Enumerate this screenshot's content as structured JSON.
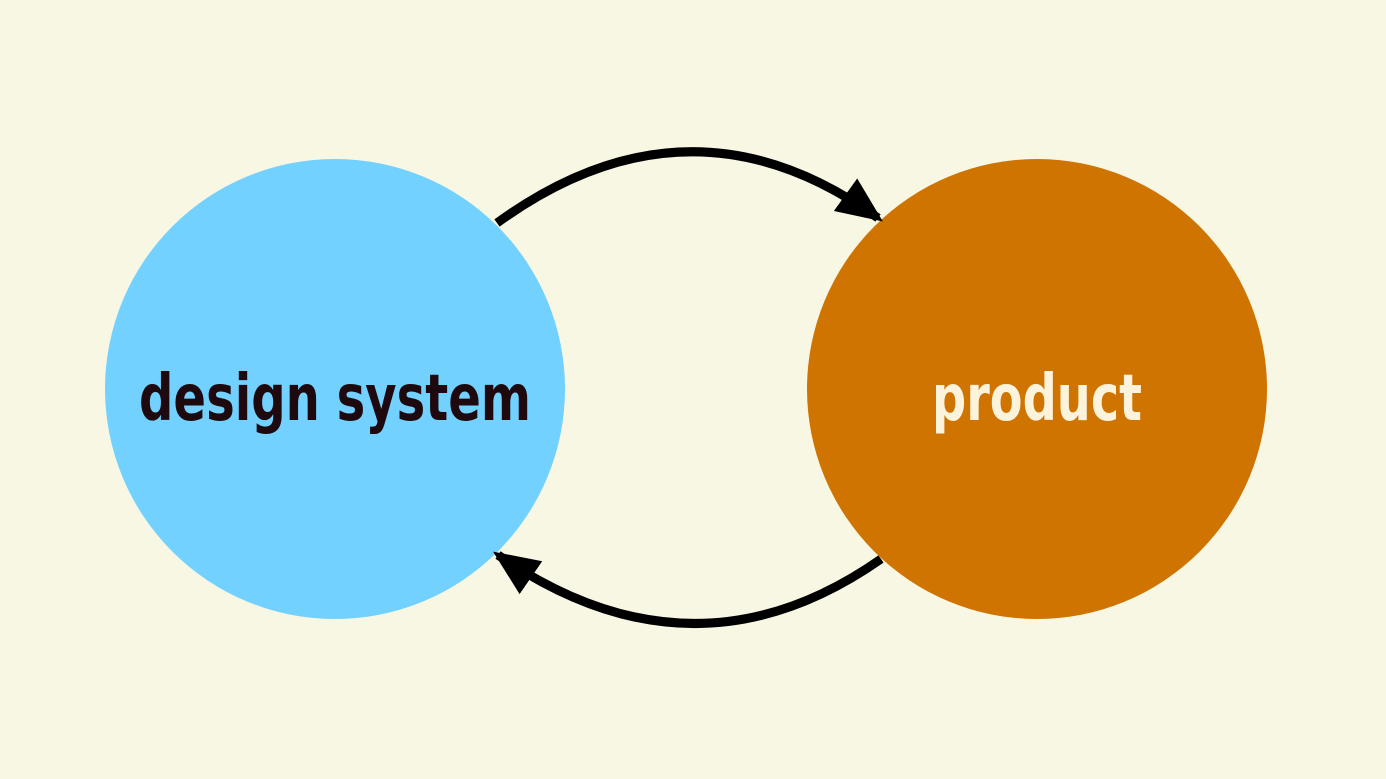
{
  "background_color": "#f8f7e4",
  "nodes": [
    {
      "id": "design-system",
      "label": "design system",
      "fill_color": "#72d1ff",
      "text_color": "#1e0a0e"
    },
    {
      "id": "product",
      "label": "product",
      "fill_color": "#cf7400",
      "text_color": "#fcf3dc"
    }
  ],
  "edges": [
    {
      "from": "design-system",
      "to": "product"
    },
    {
      "from": "product",
      "to": "design-system"
    }
  ],
  "arrow_color": "#000000"
}
